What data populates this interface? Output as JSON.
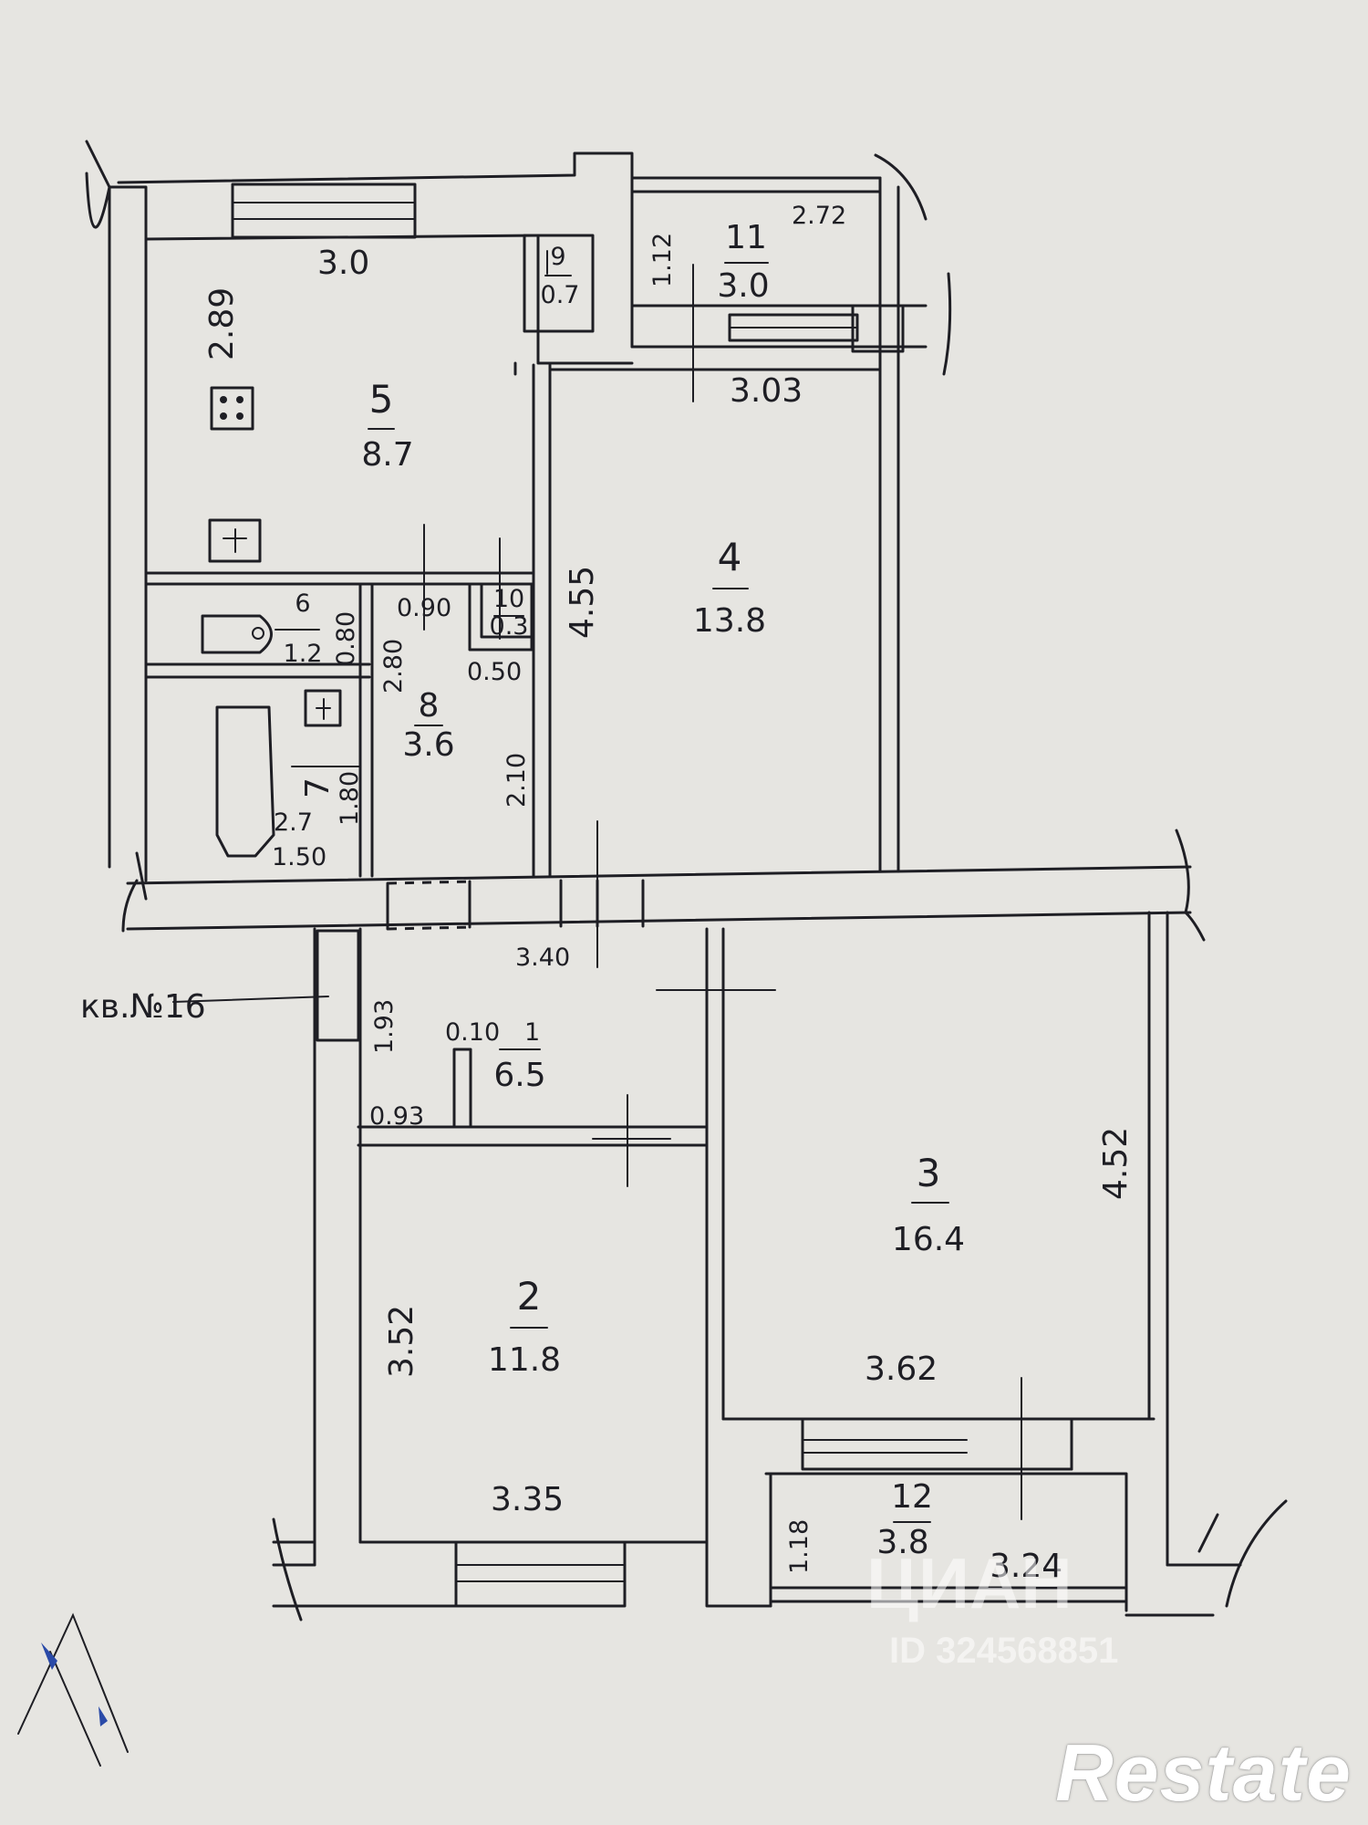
{
  "apartment_label": "кв.№16",
  "rooms": [
    {
      "number": "1",
      "area": "6.5"
    },
    {
      "number": "2",
      "area": "11.8"
    },
    {
      "number": "3",
      "area": "16.4"
    },
    {
      "number": "4",
      "area": "13.8"
    },
    {
      "number": "5",
      "area": "8.7"
    },
    {
      "number": "6",
      "area": "1.2"
    },
    {
      "number": "7",
      "area": "2.7"
    },
    {
      "number": "8",
      "area": "3.6"
    },
    {
      "number": "9",
      "area": "0.7"
    },
    {
      "number": "10",
      "area": "0.3"
    },
    {
      "number": "11",
      "area": "3.0"
    },
    {
      "number": "12",
      "area": "3.8"
    }
  ],
  "dimensions": {
    "kitchen_width": "3.0",
    "kitchen_height": "2.89",
    "balcony_top_length": "2.72",
    "balcony_top_depth": "1.12",
    "room4_width": "3.03",
    "room4_height": "4.55",
    "wc_width": "0.90",
    "wc_height": "0.80",
    "closet10_width": "0.50",
    "corridor8_height": "2.80",
    "corridor8_lower": "2.10",
    "bath_height": "1.80",
    "bath_width": "1.50",
    "hall_width": "3.40",
    "hall_height": "1.93",
    "hall_closet": "0.10",
    "hall_depth": "0.93",
    "room3_height": "4.52",
    "room3_width": "3.62",
    "room2_height": "3.52",
    "room2_width": "3.35",
    "balcony_bottom_depth": "1.18",
    "balcony_bottom_length": "3.24"
  },
  "watermark": {
    "text": "ЦИАН",
    "id": "ID 324568851"
  },
  "brand": "Restate"
}
